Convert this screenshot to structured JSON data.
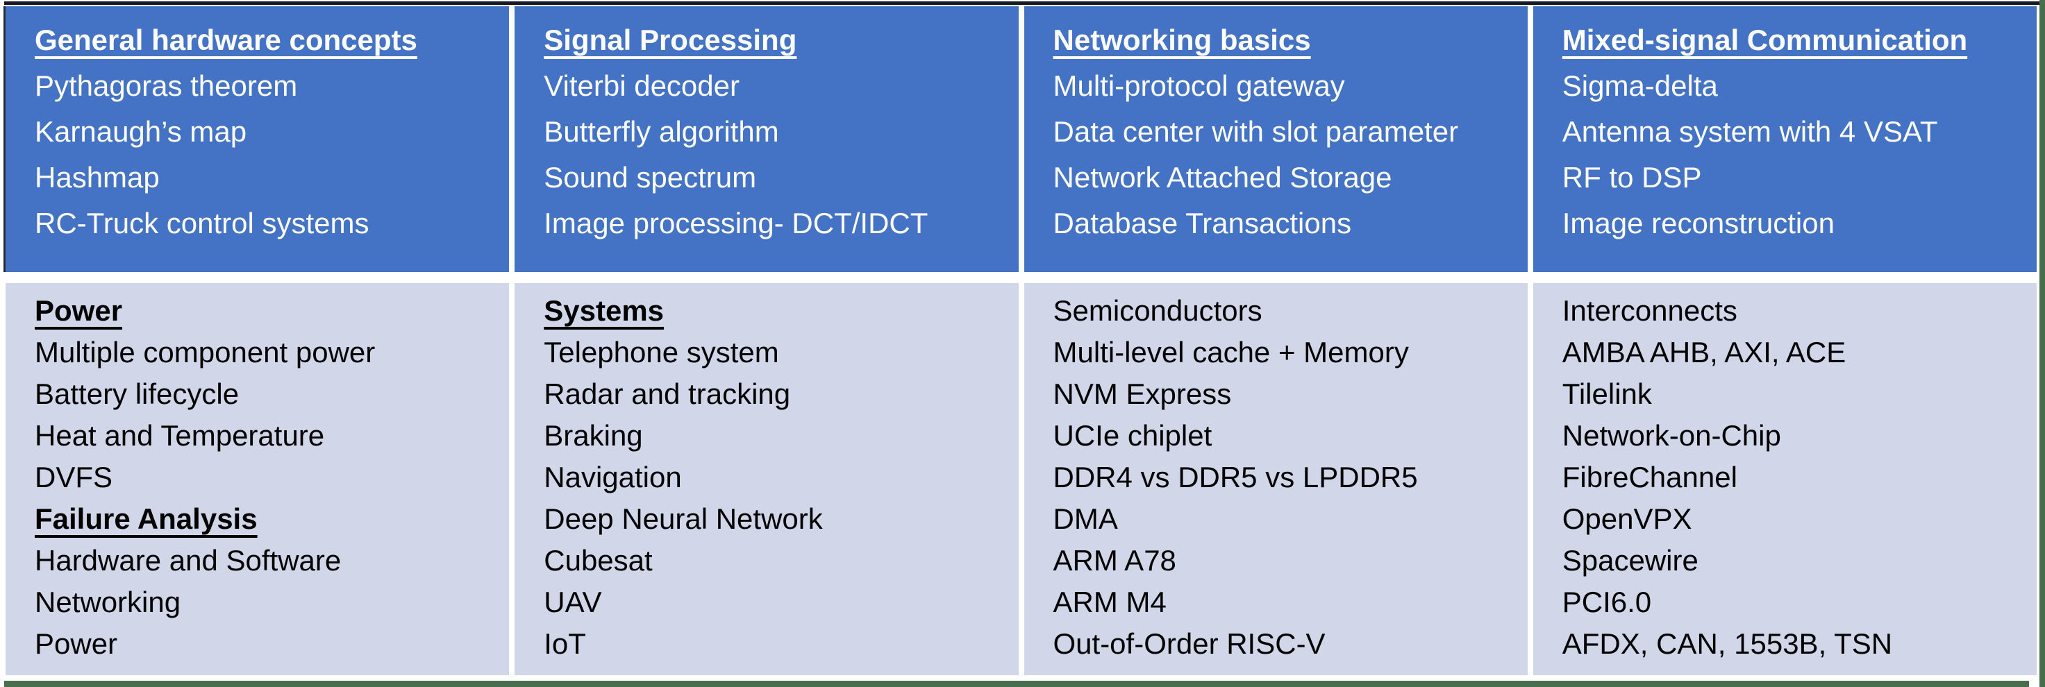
{
  "colors": {
    "header_bg": "#4472C4",
    "body_bg": "#D2D6E9",
    "header_text": "#FFFFFF",
    "body_text": "#000000",
    "top_rule": "#141A24",
    "edge_green": "#486E4E",
    "gap": "#FFFFFF"
  },
  "table": {
    "header_row": [
      {
        "id": "general-hardware-concepts",
        "lines": [
          {
            "text": "General hardware concepts",
            "heading": true
          },
          {
            "text": "Pythagoras theorem"
          },
          {
            "text": "Karnaugh’s map"
          },
          {
            "text": "Hashmap"
          },
          {
            "text": "RC-Truck control systems"
          }
        ]
      },
      {
        "id": "signal-processing",
        "lines": [
          {
            "text": "Signal Processing",
            "heading": true
          },
          {
            "text": "Viterbi decoder"
          },
          {
            "text": "Butterfly algorithm"
          },
          {
            "text": "Sound spectrum"
          },
          {
            "text": "Image processing- DCT/IDCT"
          }
        ]
      },
      {
        "id": "networking-basics",
        "lines": [
          {
            "text": "Networking basics",
            "heading": true
          },
          {
            "text": "Multi-protocol gateway"
          },
          {
            "text": "Data center with slot parameter"
          },
          {
            "text": "Network Attached Storage"
          },
          {
            "text": "Database Transactions"
          }
        ]
      },
      {
        "id": "mixed-signal-communication",
        "lines": [
          {
            "text": "Mixed-signal Communication",
            "heading": true
          },
          {
            "text": "Sigma-delta"
          },
          {
            "text": "Antenna system with 4 VSAT"
          },
          {
            "text": "RF to DSP"
          },
          {
            "text": "Image reconstruction"
          }
        ]
      }
    ],
    "body_row": [
      {
        "id": "power-and-failure-analysis",
        "lines": [
          {
            "text": "Power",
            "heading": true
          },
          {
            "text": "Multiple component power"
          },
          {
            "text": "Battery lifecycle"
          },
          {
            "text": "Heat and Temperature"
          },
          {
            "text": "DVFS"
          },
          {
            "text": "Failure Analysis",
            "heading": true
          },
          {
            "text": "Hardware and Software"
          },
          {
            "text": "Networking"
          },
          {
            "text": "Power"
          }
        ]
      },
      {
        "id": "systems",
        "lines": [
          {
            "text": "Systems",
            "heading": true
          },
          {
            "text": "Telephone system"
          },
          {
            "text": "Radar and tracking"
          },
          {
            "text": "Braking"
          },
          {
            "text": "Navigation"
          },
          {
            "text": "Deep Neural Network"
          },
          {
            "text": "Cubesat"
          },
          {
            "text": "UAV"
          },
          {
            "text": "IoT"
          }
        ]
      },
      {
        "id": "semiconductors",
        "lines": [
          {
            "text": "Semiconductors"
          },
          {
            "text": "Multi-level cache + Memory"
          },
          {
            "text": "NVM Express"
          },
          {
            "text": "UCIe chiplet"
          },
          {
            "text": "DDR4 vs DDR5 vs LPDDR5"
          },
          {
            "text": "DMA"
          },
          {
            "text": "ARM A78"
          },
          {
            "text": "ARM M4"
          },
          {
            "text": "Out-of-Order RISC-V"
          }
        ]
      },
      {
        "id": "interconnects",
        "lines": [
          {
            "text": "Interconnects"
          },
          {
            "text": "AMBA AHB, AXI, ACE"
          },
          {
            "text": "Tilelink"
          },
          {
            "text": "Network-on-Chip"
          },
          {
            "text": "FibreChannel"
          },
          {
            "text": "OpenVPX"
          },
          {
            "text": "Spacewire"
          },
          {
            "text": "PCI6.0"
          },
          {
            "text": "AFDX, CAN, 1553B, TSN"
          }
        ]
      }
    ]
  }
}
